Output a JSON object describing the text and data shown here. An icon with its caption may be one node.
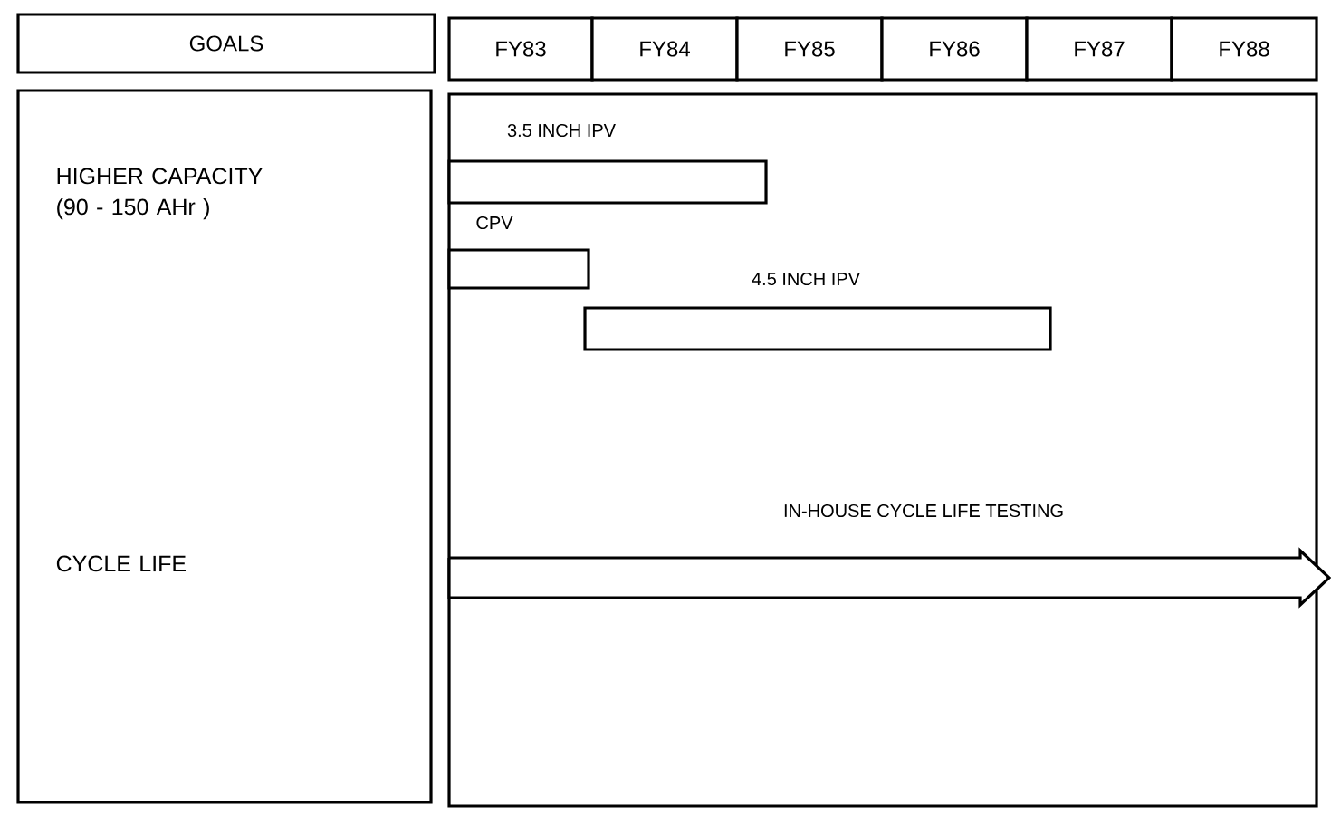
{
  "diagram": {
    "nodes": [
      {
        "text": [
          "GOALS"
        ]
      },
      {
        "text": [
          "FY83"
        ]
      },
      {
        "text": [
          "FY84"
        ]
      },
      {
        "text": [
          "FY85"
        ]
      },
      {
        "text": [
          "FY86"
        ]
      },
      {
        "text": [
          "FY87"
        ]
      },
      {
        "text": [
          "FY88"
        ]
      },
      {
        "text": [
          "HIGHER CAPACITY (90 - 150 AHr )",
          "CYCLE LIFE"
        ]
      },
      {
        "text": [],
        "shape": "box"
      },
      {
        "text": [],
        "shape": "bar",
        "beside": [
          "3.5 INCH IPV"
        ],
        "in": 8
      },
      {
        "text": [],
        "shape": "bar",
        "beside": [
          "CPV"
        ],
        "in": 8
      },
      {
        "text": [],
        "shape": "bar",
        "beside": [
          "4.5 INCH IPV"
        ],
        "in": 8
      },
      {
        "text": [],
        "shape": "arrow",
        "beside": [
          "IN-HOUSE CYCLE LIFE TESTING"
        ],
        "in": 8
      }
    ]
  }
}
